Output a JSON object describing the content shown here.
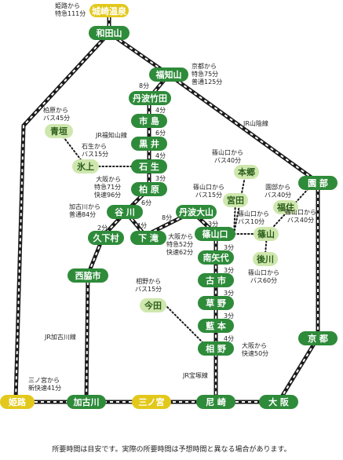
{
  "stations": {
    "kinosaki": "城崎温泉",
    "wadayama": "和田山",
    "fukuchiyama": "福知山",
    "tamba_takeda": "丹波竹田",
    "ichijima": "市 島",
    "kuroi": "黒 井",
    "ishio": "石 生",
    "kaibara": "柏 原",
    "tanikawa": "谷 川",
    "kuzumura": "久下村",
    "nishiwakishi": "西脇市",
    "tamba_oyama": "丹波大山",
    "shimotaki": "下 滝",
    "sasayamaguchi": "篠山口",
    "minami_yaichi": "南矢代",
    "furuichi": "古 市",
    "kusano": "草 野",
    "aimoto": "藍 本",
    "aino": "相 野",
    "ono": "青垣",
    "hikami": "氷上",
    "hongo": "本郷",
    "miyata": "宮田",
    "fukusumi": "福住",
    "sasayama": "篠山",
    "kugawa": "後川",
    "imada": "今田",
    "sonobe": "園 部",
    "kyoto": "京 都",
    "osaka": "大 阪",
    "amagasaki": "尼 崎",
    "sannomiya": "三ノ宮",
    "kakogawa": "加古川",
    "himeji": "姫路"
  },
  "line_labels": {
    "sanin": "JR山陰線",
    "fukuchiyama": "JR福知山線",
    "kakogawa": "JR加古川線",
    "takarazuka": "JR宝塚線"
  },
  "notes": {
    "himeji_kinosaki": "姫路から\n特急111分",
    "kyoto_fukuchiyama": "京都から\n特急75分\n普通125分",
    "kaibara_ono": "柏原から\nバス45分",
    "ishio_hikami": "石生から\nバス15分",
    "osaka_kaibara": "大阪から\n特急71分\n快速96分",
    "kakogawa_tanikawa": "加古川から\n普通84分",
    "sasayamaguchi_hongo": "篠山口から\nバス40分",
    "sasayamaguchi_miyata": "篠山口から\nバス15分",
    "sonobe_fukusumi": "園部から\nバス40分",
    "sasayamaguchi_sasayama": "篠山口から\nバス10分",
    "sasayamaguchi_fukusumi": "篠山口から\nバス40分",
    "osaka_sasayamaguchi": "大阪から\n特急52分\n快速62分",
    "sasayamaguchi_kugawa": "篠山口から\nバス60分",
    "aino_imada": "相野から\nバス15分",
    "osaka_aino": "大阪から\n快速50分",
    "sannomiya_kakogawa": "三ノ宮から\n新快速41分"
  },
  "minutes": {
    "fukuchiyama_takeda": "8分",
    "takeda_ichijima": "4分",
    "ichijima_kuroi": "6分",
    "kuroi_ishio": "4分",
    "ishio_kaibara": "3分",
    "kaibara_tanikawa": "6分",
    "tanikawa_kuzumura": "2分",
    "tanikawa_shimotaki": "4分",
    "shimotaki_oyama": "8分",
    "oyama_sasayamaguchi": "3分",
    "sasayamaguchi_minami": "3分",
    "minami_furuichi": "3分",
    "furuichi_kusano": "3分",
    "kusano_aimoto": "3分",
    "aimoto_aino": "4分"
  },
  "footer": "所要時間は目安です。実際の所要時間は予想時間と異なる場合があります。",
  "colors": {
    "rail_dark": "#1a1a1a",
    "station_green": "#2e8b3a",
    "station_light": "#cfe7ae",
    "station_yellow": "#e3c81c"
  }
}
